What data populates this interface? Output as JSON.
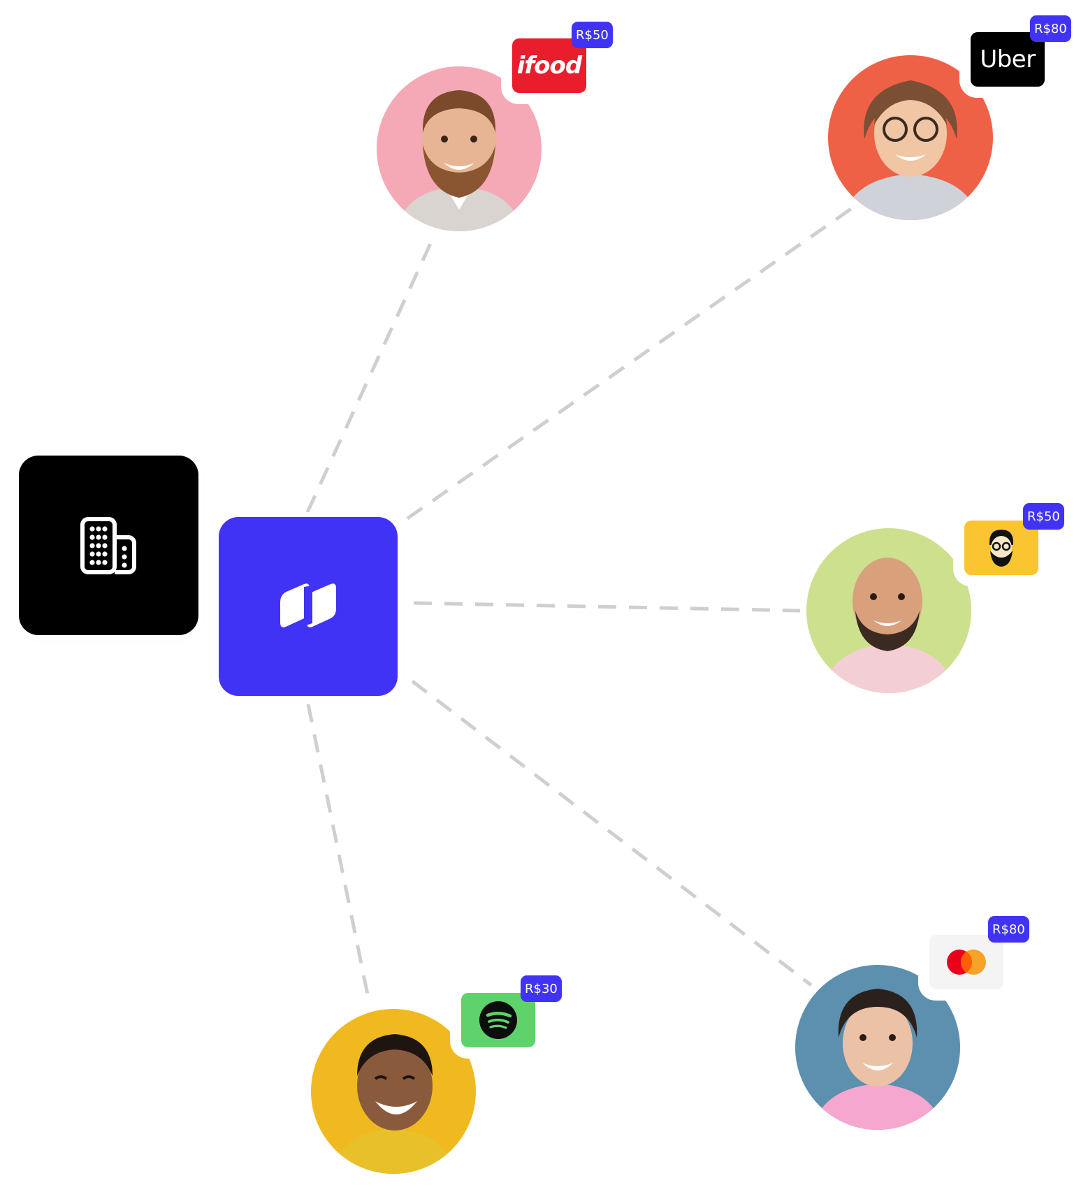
{
  "colors": {
    "hub": "#4133f5",
    "company": "#000000",
    "badge": "#4133f5",
    "connector": "#cfcfcf"
  },
  "company": {
    "icon": "building-icon"
  },
  "hub": {
    "icon": "logo-mark-icon"
  },
  "recipients": [
    {
      "id": "ifood",
      "brand_label": "ifood",
      "brand_color": "#ea1d2c",
      "badge": "R$50",
      "avatar_bg": "#f5a9b6",
      "icon": "ifood-logo-icon"
    },
    {
      "id": "uber",
      "brand_label": "Uber",
      "brand_color": "#000000",
      "badge": "R$80",
      "avatar_bg": "#ef6147",
      "icon": "uber-logo-icon"
    },
    {
      "id": "barber",
      "brand_label": "",
      "brand_color": "#fbc531",
      "badge": "R$50",
      "avatar_bg": "#cde08e",
      "icon": "bearded-man-logo-icon"
    },
    {
      "id": "mastercard",
      "brand_label": "",
      "brand_color": "#f4f4f4",
      "badge": "R$80",
      "avatar_bg": "#5d8fae",
      "icon": "mastercard-logo-icon"
    },
    {
      "id": "spotify",
      "brand_label": "",
      "brand_color": "#5fd36b",
      "badge": "R$30",
      "avatar_bg": "#f0b91f",
      "icon": "spotify-logo-icon"
    }
  ]
}
